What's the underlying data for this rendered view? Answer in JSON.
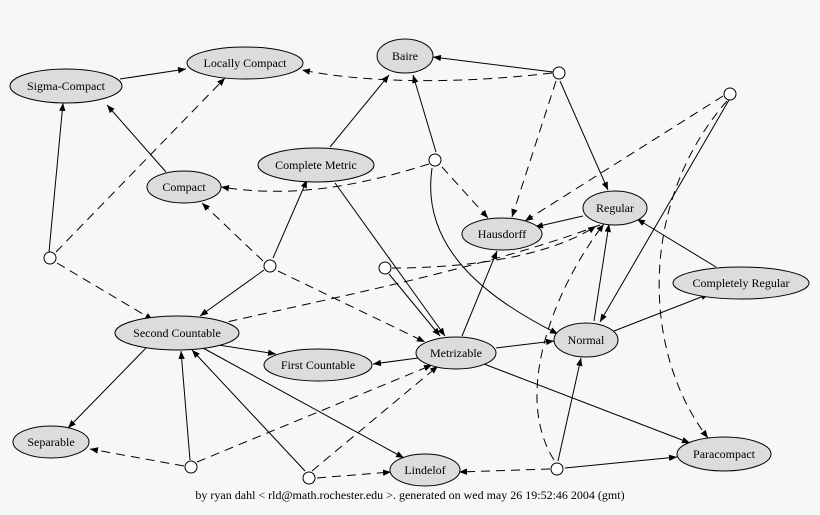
{
  "nodes": {
    "locally_compact": "Locally Compact",
    "baire": "Baire",
    "sigma_compact": "Sigma-Compact",
    "complete_metric": "Complete Metric",
    "compact": "Compact",
    "regular": "Regular",
    "hausdorff": "Hausdorff",
    "completely_regular": "Completely Regular",
    "second_countable": "Second Countable",
    "metrizable": "Metrizable",
    "normal": "Normal",
    "first_countable": "First Countable",
    "separable": "Separable",
    "lindelof": "Lindelof",
    "paracompact": "Paracompact"
  },
  "caption": "by ryan dahl < rld@math.rochester.edu >. generated on wed may 26 19:52:46 2004 (gmt)"
}
